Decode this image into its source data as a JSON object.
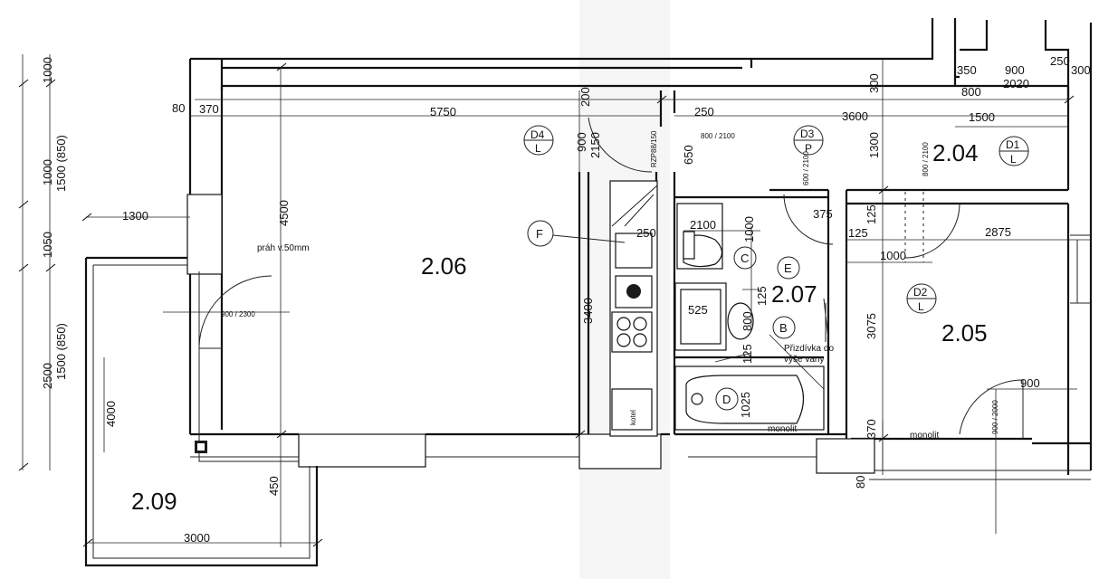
{
  "rooms": {
    "r204": "2.04",
    "r205": "2.05",
    "r206": "2.06",
    "r207": "2.07",
    "r209": "2.09"
  },
  "dimensions": {
    "d1000a": "1000",
    "d1000b": "1000",
    "d1500_850a": "1500 (850)",
    "d1050": "1050",
    "d2500": "2500",
    "d1500_850b": "1500 (850)",
    "d80a": "80",
    "d370a": "370",
    "d5750": "5750",
    "d200": "200",
    "d250a": "250",
    "d3600": "3600",
    "d300a": "300",
    "d350": "350",
    "d900a": "900",
    "d250b": "250",
    "d300b": "300",
    "d800a": "800",
    "d2020": "2020",
    "d1500": "1500",
    "d900b": "900",
    "d2150": "2150",
    "d650": "650",
    "d1300a": "1300",
    "d1300b": "1300",
    "d4500": "4500",
    "d2100": "2100",
    "d1000c": "1000",
    "d375": "375",
    "d125a": "125",
    "d125b": "125",
    "d2875": "2875",
    "d1000d": "1000",
    "d250c": "250",
    "d3400": "3400",
    "d525": "525",
    "d800b": "800",
    "d125c": "125",
    "d125d": "125",
    "d1025": "1025",
    "d3075": "3075",
    "d4000": "4000",
    "d450": "450",
    "d3000": "3000",
    "d900c": "900",
    "d370b": "370",
    "d80b": "80"
  },
  "door_sizes": {
    "s800_2100a": "800 / 2100",
    "s600_2100": "600 / 2100",
    "s800_2100b": "800 / 2100",
    "s900_2300": "900 / 2300",
    "s900_2000": "900 / 2000"
  },
  "door_tags": {
    "d4": {
      "code": "D4",
      "side": "L"
    },
    "d3": {
      "code": "D3",
      "side": "P"
    },
    "d1": {
      "code": "D1",
      "side": "L"
    },
    "d2": {
      "code": "D2",
      "side": "L"
    }
  },
  "fixture_tags": {
    "f": "F",
    "c": "C",
    "e": "E",
    "b": "B",
    "d": "D"
  },
  "notes": {
    "prah": "práh v.50mm",
    "rzp": "RZP88/150",
    "prizdivka1": "Přizdívka do",
    "prizdivka2": "výše vany",
    "monolit1": "monolit",
    "monolit2": "monolit",
    "kotel": "kotel"
  }
}
